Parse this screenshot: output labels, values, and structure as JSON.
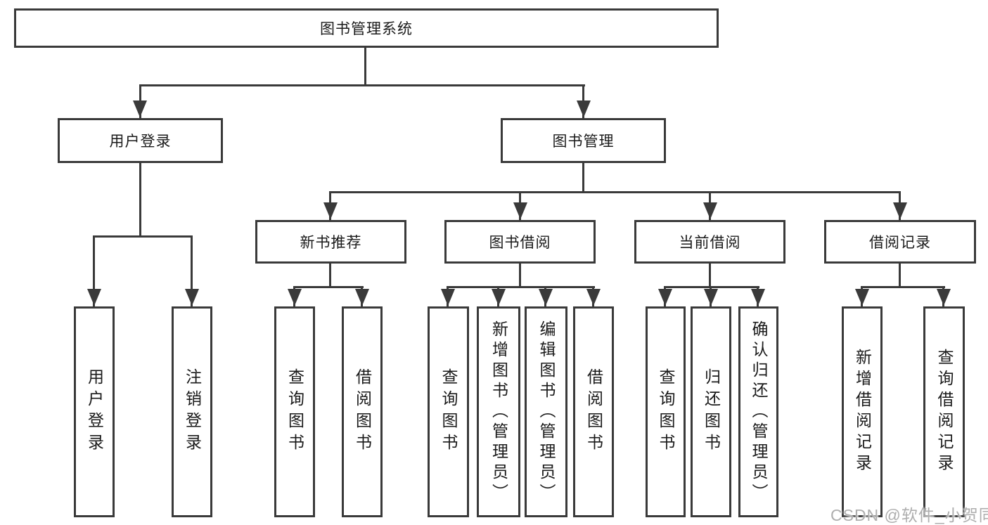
{
  "tree": {
    "label": "图书管理系统",
    "children": [
      {
        "label": "用户登录",
        "children": [
          {
            "label": "用户登录"
          },
          {
            "label": "注销登录"
          }
        ]
      },
      {
        "label": "图书管理",
        "children": [
          {
            "label": "新书推荐",
            "children": [
              {
                "label": "查询图书"
              },
              {
                "label": "借阅图书"
              }
            ]
          },
          {
            "label": "图书借阅",
            "children": [
              {
                "label": "查询图书"
              },
              {
                "label": "新增图书（管理员）"
              },
              {
                "label": "编辑图书（管理员）"
              },
              {
                "label": "借阅图书"
              }
            ]
          },
          {
            "label": "当前借阅",
            "children": [
              {
                "label": "查询图书"
              },
              {
                "label": "归还图书"
              },
              {
                "label": "确认归还（管理员）"
              }
            ]
          },
          {
            "label": "借阅记录",
            "children": [
              {
                "label": "新增借阅记录"
              },
              {
                "label": "查询借阅记录"
              }
            ]
          }
        ]
      }
    ]
  },
  "watermark": "CSDN @软件_小贺同学",
  "colors": {
    "line": "#3a3a3a",
    "border": "#3a3a3a",
    "text": "#1a1a1a",
    "watermark": "#aeaeae",
    "background": "#ffffff"
  }
}
